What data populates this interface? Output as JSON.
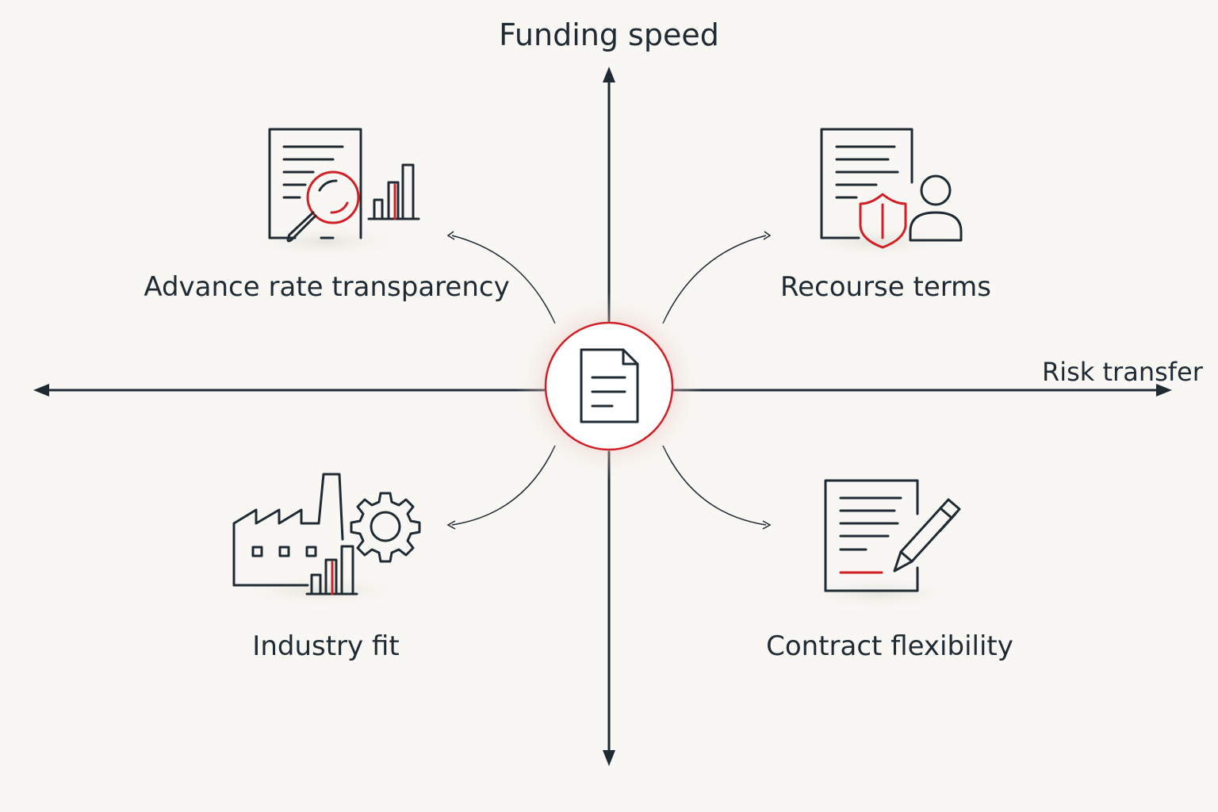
{
  "axes": {
    "vertical_label": "Funding speed",
    "horizontal_label": "Risk transfer"
  },
  "center": {
    "icon": "document-icon"
  },
  "quadrants": [
    {
      "position": "top-left",
      "label": "Advance rate transparency",
      "icon": "document-magnifier-chart-icon"
    },
    {
      "position": "top-right",
      "label": "Recourse terms",
      "icon": "document-shield-user-icon"
    },
    {
      "position": "bottom-left",
      "label": "Industry fit",
      "icon": "factory-gear-chart-icon"
    },
    {
      "position": "bottom-right",
      "label": "Contract flexibility",
      "icon": "document-pen-icon"
    }
  ],
  "colors": {
    "accent": "#d21f26",
    "ink": "#1f2a33",
    "background": "#f8f7f3"
  }
}
